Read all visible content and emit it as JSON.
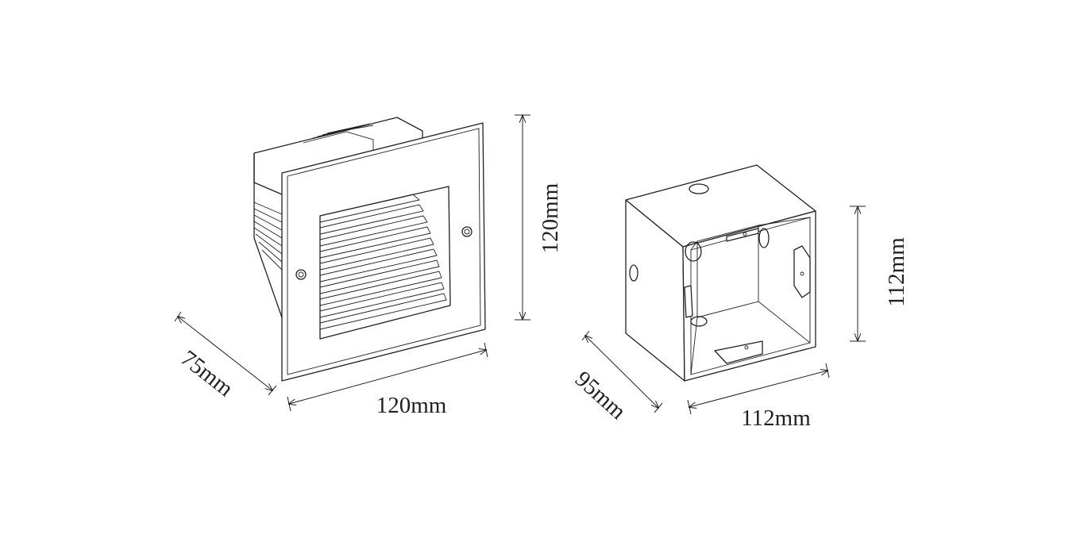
{
  "fixture": {
    "height_label": "120mm",
    "width_label": "120mm",
    "depth_label": "75mm"
  },
  "mounting_box": {
    "height_label": "112mm",
    "width_label": "112mm",
    "depth_label": "95mm"
  }
}
